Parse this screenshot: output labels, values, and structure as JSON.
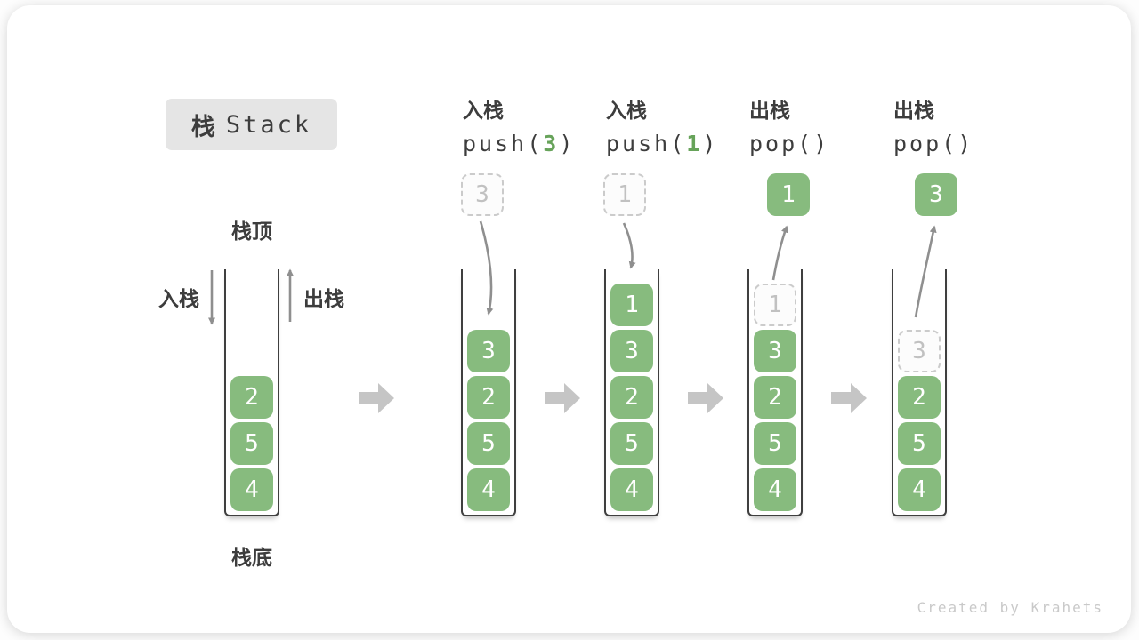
{
  "title": {
    "cn": "栈",
    "en": "Stack"
  },
  "labels": {
    "top": "栈顶",
    "bottom": "栈底",
    "push": "入栈",
    "pop": "出栈"
  },
  "watermark": "Created by Krahets",
  "colors": {
    "green": "#87BB7E",
    "green_dark": "#67A35A",
    "text": "#3D3D3D",
    "title_bg": "#E5E5E5",
    "big_arrow": "#C5C5C5",
    "curve_arrow": "#8F8F8F",
    "ghost_border": "#CBCBCB",
    "ghost_text": "#C1C1C1",
    "watermark": "#C9C9C9"
  },
  "stages": [
    {
      "name": "initial",
      "items": [
        "2",
        "5",
        "4"
      ]
    },
    {
      "name": "push-3",
      "label": "入栈",
      "code_pre": "push(",
      "code_arg": "3",
      "code_post": ")",
      "float": {
        "value": "3",
        "style": "ghost"
      },
      "items": [
        "3",
        "2",
        "5",
        "4"
      ]
    },
    {
      "name": "push-1",
      "label": "入栈",
      "code_pre": "push(",
      "code_arg": "1",
      "code_post": ")",
      "float": {
        "value": "1",
        "style": "ghost"
      },
      "items": [
        "1",
        "3",
        "2",
        "5",
        "4"
      ]
    },
    {
      "name": "pop-1",
      "label": "出栈",
      "code_pre": "pop()",
      "code_arg": "",
      "code_post": "",
      "float": {
        "value": "1",
        "style": "solid"
      },
      "ghost_top": true,
      "items": [
        "1",
        "3",
        "2",
        "5",
        "4"
      ]
    },
    {
      "name": "pop-3",
      "label": "出栈",
      "code_pre": "pop()",
      "code_arg": "",
      "code_post": "",
      "float": {
        "value": "3",
        "style": "solid"
      },
      "ghost_top": true,
      "items": [
        "3",
        "2",
        "5",
        "4"
      ]
    }
  ]
}
